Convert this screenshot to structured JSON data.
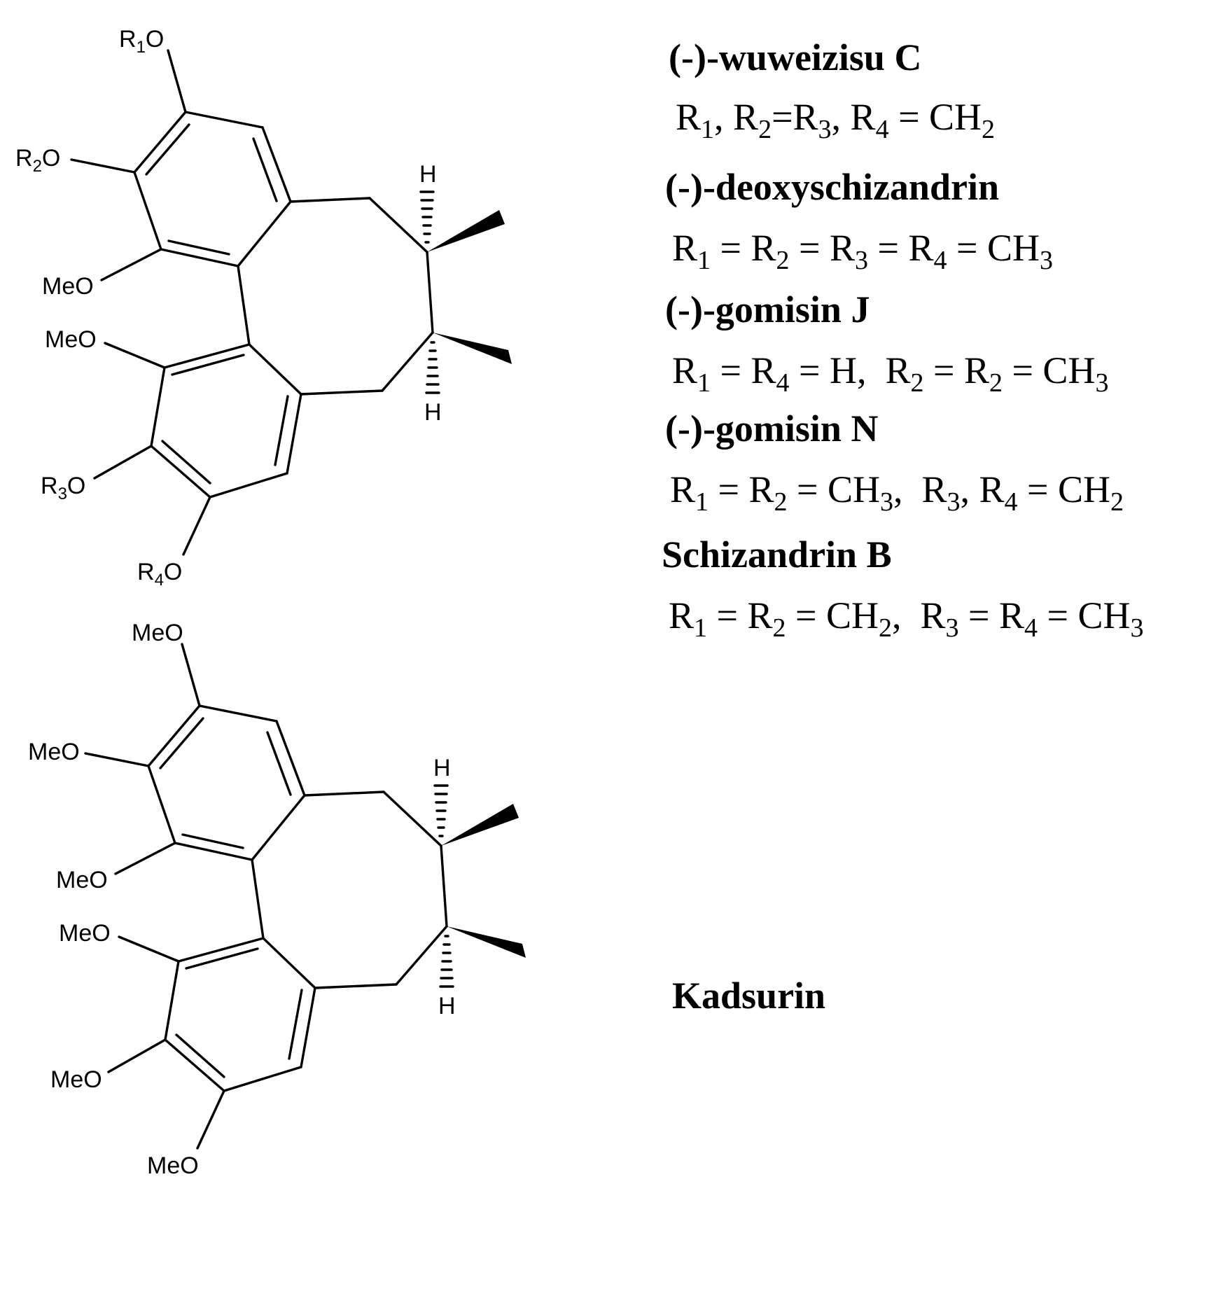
{
  "structure_labels": {
    "top": {
      "r1o": {
        "pre": "R",
        "sub": "1",
        "post": "O"
      },
      "r2o": {
        "pre": "R",
        "sub": "2",
        "post": "O"
      },
      "r3o": {
        "pre": "R",
        "sub": "3",
        "post": "O"
      },
      "r4o": {
        "pre": "R",
        "sub": "4",
        "post": "O"
      },
      "meo_upper": "MeO",
      "meo_lower": "MeO",
      "h_top": "H",
      "h_bottom": "H"
    },
    "bottom": {
      "meo1": "MeO",
      "meo2": "MeO",
      "meo3": "MeO",
      "meo4": "MeO",
      "meo5": "MeO",
      "meo6": "MeO",
      "h_top": "H",
      "h_bottom": "H"
    }
  },
  "compounds": [
    {
      "name": "(-)-wuweizisu C",
      "formula": [
        [
          "R"
        ],
        [
          "1",
          1
        ],
        [
          ", R"
        ],
        [
          "2",
          1
        ],
        [
          "=R"
        ],
        [
          "3",
          1
        ],
        [
          ", R"
        ],
        [
          "4",
          1
        ],
        [
          " = CH"
        ],
        [
          "2",
          1
        ]
      ]
    },
    {
      "name": "(-)-deoxyschizandrin",
      "formula": [
        [
          "R"
        ],
        [
          "1",
          1
        ],
        [
          " = R"
        ],
        [
          "2",
          1
        ],
        [
          " = R"
        ],
        [
          "3",
          1
        ],
        [
          " = R"
        ],
        [
          "4",
          1
        ],
        [
          " = CH"
        ],
        [
          "3",
          1
        ]
      ]
    },
    {
      "name": "(-)-gomisin J",
      "formula": [
        [
          "R"
        ],
        [
          "1",
          1
        ],
        [
          " = R"
        ],
        [
          "4",
          1
        ],
        [
          " = H,  R"
        ],
        [
          "2",
          1
        ],
        [
          " = R"
        ],
        [
          "2",
          1
        ],
        [
          " = CH"
        ],
        [
          "3",
          1
        ]
      ]
    },
    {
      "name": "(-)-gomisin N",
      "formula": [
        [
          "R"
        ],
        [
          "1",
          1
        ],
        [
          " = R"
        ],
        [
          "2",
          1
        ],
        [
          " = CH"
        ],
        [
          "3",
          1
        ],
        [
          ",  R"
        ],
        [
          "3",
          1
        ],
        [
          ", R"
        ],
        [
          "4",
          1
        ],
        [
          " = CH"
        ],
        [
          "2",
          1
        ]
      ]
    },
    {
      "name": "Schizandrin B",
      "formula": [
        [
          "R"
        ],
        [
          "1",
          1
        ],
        [
          " = R"
        ],
        [
          "2",
          1
        ],
        [
          " = CH"
        ],
        [
          "2",
          1
        ],
        [
          ",  R"
        ],
        [
          "3",
          1
        ],
        [
          " = R"
        ],
        [
          "4",
          1
        ],
        [
          " = CH"
        ],
        [
          "3",
          1
        ]
      ]
    }
  ],
  "kadsurin": {
    "name": "Kadsurin"
  }
}
